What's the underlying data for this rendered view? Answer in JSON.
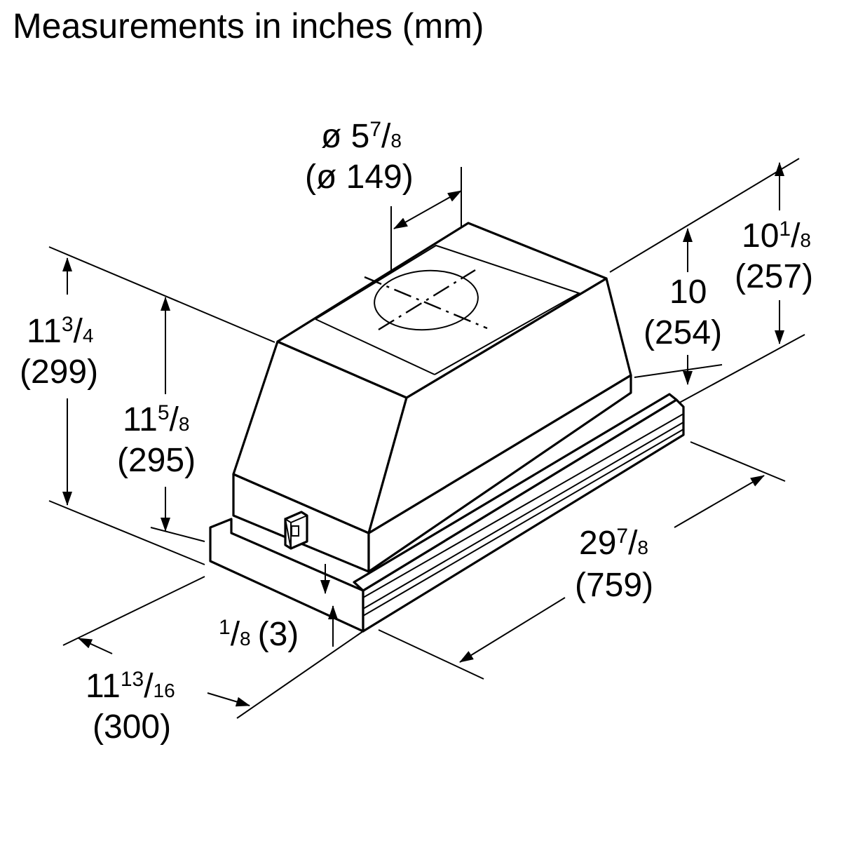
{
  "title": "Measurements in inches (mm)",
  "dimensions": {
    "duct": {
      "whole": "ø 5",
      "num": "7",
      "slash": "/",
      "den": "8",
      "metric": "(ø 149)"
    },
    "overall_height_left": {
      "whole": "11",
      "num": "3",
      "slash": "/",
      "den": "4",
      "metric": "(299)"
    },
    "body_height_left": {
      "whole": "11",
      "num": "5",
      "slash": "/",
      "den": "8",
      "metric": "(295)"
    },
    "overall_height_right": {
      "whole": "10",
      "num": "1",
      "slash": "/",
      "den": "8",
      "metric": "(257)"
    },
    "body_height_right": {
      "whole": "10",
      "metric": "(254)"
    },
    "width": {
      "whole": "29",
      "num": "7",
      "slash": "/",
      "den": "8",
      "metric": "(759)"
    },
    "trim_gap": {
      "num": "1",
      "slash": "/",
      "den": "8",
      "metric": "(3)"
    },
    "depth": {
      "whole": "11",
      "num": "13",
      "slash": "/",
      "den": "16",
      "metric": "(300)"
    }
  }
}
